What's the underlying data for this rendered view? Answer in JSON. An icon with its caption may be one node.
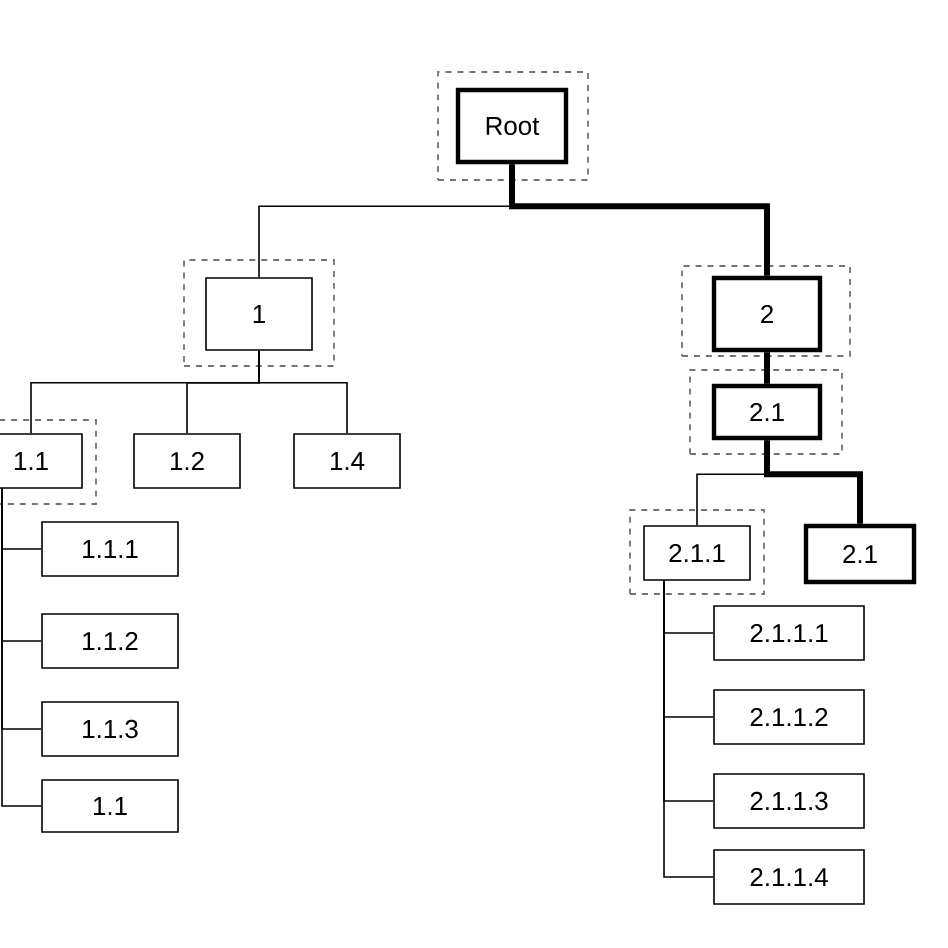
{
  "diagram": {
    "nodes": [
      {
        "text": [],
        "shape": "box"
      },
      {
        "text": [
          "Root"
        ],
        "in": 0
      },
      {
        "text": [],
        "shape": "box"
      },
      {
        "text": [
          "1"
        ],
        "in": 2
      },
      {
        "text": [],
        "shape": "box"
      },
      {
        "text": [
          "2"
        ],
        "in": 4
      },
      {
        "text": [],
        "shape": "box"
      },
      {
        "text": [
          "1.1"
        ],
        "in": 6
      },
      {
        "text": [
          "1.2"
        ]
      },
      {
        "text": [
          "1.4"
        ]
      },
      {
        "text": [],
        "shape": "box"
      },
      {
        "text": [
          "2.1"
        ],
        "in": 10
      },
      {
        "text": [],
        "shape": "box"
      },
      {
        "text": [
          "2.1.1"
        ],
        "in": 12
      },
      {
        "text": [
          "2.1"
        ]
      },
      {
        "text": [
          "1.1.1"
        ]
      },
      {
        "text": [
          "1.1.2"
        ]
      },
      {
        "text": [
          "1.1.3"
        ]
      },
      {
        "text": [
          "1.1"
        ]
      },
      {
        "text": [
          "2.1.1.1"
        ]
      },
      {
        "text": [
          "2.1.1.2"
        ]
      },
      {
        "text": [
          "2.1.1.3"
        ]
      },
      {
        "text": [
          "2.1.1.4"
        ]
      }
    ],
    "edges": [
      {
        "from": 1,
        "to": 3,
        "arrow": "none"
      },
      {
        "from": 1,
        "to": 5,
        "arrow": "none",
        "style": "thick"
      },
      {
        "from": 3,
        "to": 7,
        "arrow": "none"
      },
      {
        "from": 3,
        "to": 8,
        "arrow": "none"
      },
      {
        "from": 3,
        "to": 9,
        "arrow": "none"
      },
      {
        "from": 5,
        "to": 11,
        "arrow": "none",
        "style": "thick"
      },
      {
        "from": 11,
        "to": 13,
        "arrow": "none"
      },
      {
        "from": 11,
        "to": 14,
        "arrow": "none",
        "style": "thick"
      },
      {
        "from": 7,
        "to": 15,
        "arrow": "none"
      },
      {
        "from": 7,
        "to": 16,
        "arrow": "none"
      },
      {
        "from": 7,
        "to": 17,
        "arrow": "none"
      },
      {
        "from": 7,
        "to": 18,
        "arrow": "none"
      },
      {
        "from": 13,
        "to": 19,
        "arrow": "none"
      },
      {
        "from": 13,
        "to": 20,
        "arrow": "none"
      },
      {
        "from": 13,
        "to": 21,
        "arrow": "none"
      },
      {
        "from": 13,
        "to": 22,
        "arrow": "none"
      }
    ]
  }
}
